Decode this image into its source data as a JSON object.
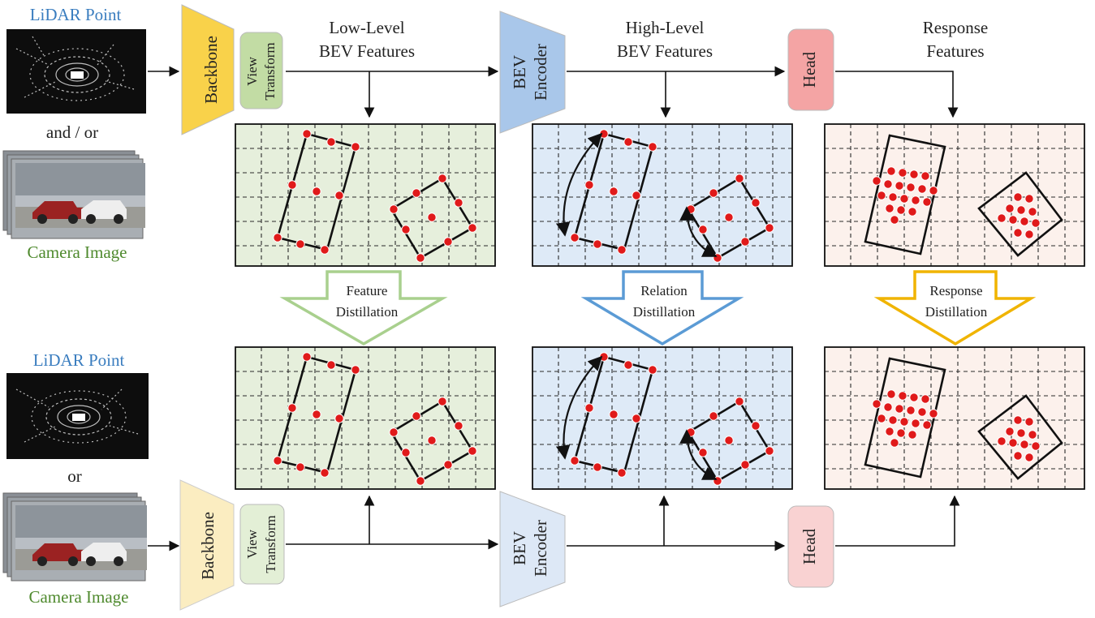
{
  "inputs": {
    "teacher": {
      "lidar_label": "LiDAR Point",
      "connector": "and / or",
      "camera_label": "Camera Image"
    },
    "student": {
      "lidar_label": "LiDAR Point",
      "connector": "or",
      "camera_label": "Camera Image"
    }
  },
  "modules": {
    "backbone": "Backbone",
    "view_transform_1": "View",
    "view_transform_2": "Transform",
    "bev_encoder_1": "BEV",
    "bev_encoder_2": "Encoder",
    "head": "Head"
  },
  "feature_labels": {
    "low_level_1": "Low-Level",
    "low_level_2": "BEV Features",
    "high_level_1": "High-Level",
    "high_level_2": "BEV Features",
    "response_1": "Response",
    "response_2": "Features"
  },
  "distillation": {
    "feature_1": "Feature",
    "feature_2": "Distillation",
    "relation_1": "Relation",
    "relation_2": "Distillation",
    "response_1": "Response",
    "response_2": "Distillation"
  },
  "colors": {
    "lidar_text": "#3a7dbf",
    "camera_text": "#4f8a2e",
    "backbone_teacher": "#f9d24a",
    "backbone_student": "#fbedc1",
    "view_teacher": "#c2dca4",
    "view_student": "#e3efd6",
    "encoder_teacher": "#a9c7ea",
    "encoder_student": "#dde8f6",
    "head_teacher": "#f4a4a4",
    "head_student": "#f9d2d2",
    "panel_green": "#e6efdc",
    "panel_blue": "#deeaf7",
    "panel_pink": "#fcf1ec",
    "point": "#e01a1a",
    "arrow_feature": "#a9d08e",
    "arrow_relation": "#5b9bd5",
    "arrow_response": "#f0b400"
  }
}
